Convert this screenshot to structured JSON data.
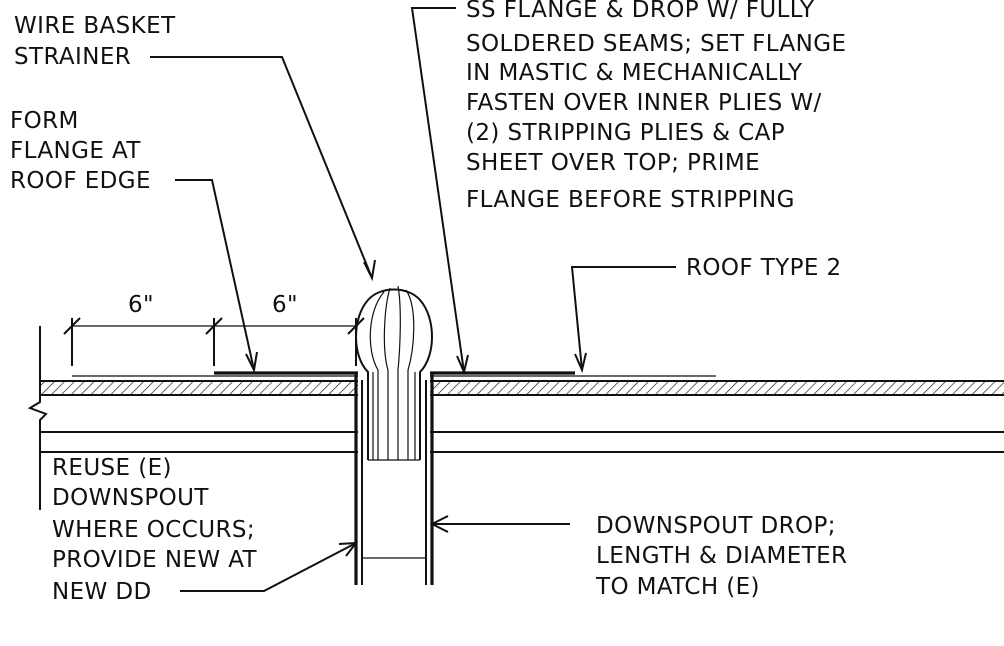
{
  "labels": {
    "strainer": [
      "WIRE BASKET",
      "STRAINER"
    ],
    "flange_note": [
      "SS FLANGE & DROP W/ FULLY",
      "SOLDERED SEAMS; SET FLANGE",
      "IN MASTIC & MECHANICALLY",
      "FASTEN OVER INNER PLIES W/",
      "(2) STRIPPING PLIES & CAP",
      "SHEET OVER TOP; PRIME",
      "FLANGE BEFORE STRIPPING"
    ],
    "form_flange": [
      "FORM",
      "FLANGE AT",
      "ROOF EDGE"
    ],
    "roof_type": "ROOF TYPE 2",
    "dim_left": "6\"",
    "dim_right": "6\"",
    "reuse": [
      "REUSE (E)",
      "DOWNSPOUT",
      "WHERE OCCURS;",
      "PROVIDE NEW AT",
      "NEW DD"
    ],
    "downspout_drop": [
      "DOWNSPOUT DROP;",
      "LENGTH & DIAMETER",
      "TO MATCH (E)"
    ]
  },
  "colors": {
    "ink": "#111111",
    "paper": "#ffffff"
  }
}
